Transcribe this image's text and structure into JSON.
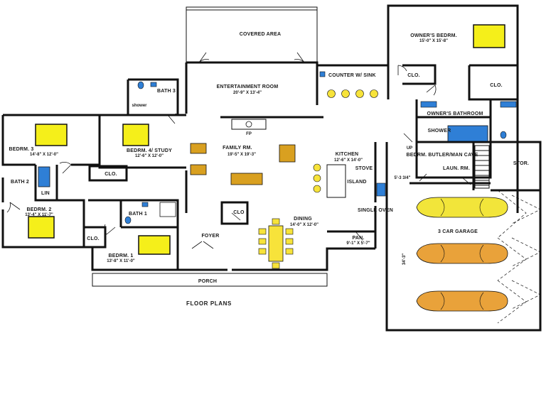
{
  "title": "FLOOR PLANS",
  "colors": {
    "bed": "#f5ef1a",
    "fixture": "#2f7fd6",
    "furniture": "#d9a020",
    "dining": "#f7e33a",
    "car_yellow": "#f2e53a",
    "car_orange": "#e9a23a"
  },
  "rooms": {
    "covered_area": {
      "name": "COVERED AREA"
    },
    "entertainment": {
      "name": "ENTERTAINMENT ROOM",
      "dim": "20'-9\" X 13'-4\""
    },
    "counter": {
      "name": "COUNTER W/ SINK"
    },
    "owners_bedroom": {
      "name": "OWNER'S BEDRM.",
      "dim": "15'-0\" X 15'-8\""
    },
    "clo_owner_left": {
      "name": "CLO."
    },
    "clo_owner_right": {
      "name": "CLO."
    },
    "owners_bath": {
      "name": "OWNER'S BATHROOM"
    },
    "shower": {
      "name": "SHOWER"
    },
    "bath3": {
      "name": "BATH 3"
    },
    "shower_small": {
      "name": "shower"
    },
    "bedroom3": {
      "name": "BEDRM. 3",
      "dim": "14'-8\" X 12'-0\""
    },
    "bedroom4": {
      "name": "BEDRM. 4/ STUDY",
      "dim": "12'-6\" X 12'-0\""
    },
    "clo_b4": {
      "name": "CLO."
    },
    "family": {
      "name": "FAMILY RM.",
      "dim": "19'-5\" X 19'-3\""
    },
    "fp": {
      "name": "FP"
    },
    "kitchen": {
      "name": "KITCHEN",
      "dim": "12'-6\" X 14'-0\""
    },
    "stove": {
      "name": "STOVE"
    },
    "island": {
      "name": "ISLAND"
    },
    "single_oven": {
      "name": "SINGLE OVEN"
    },
    "up_label": {
      "name": "UP"
    },
    "butler": {
      "name": "BEDRM. BUTLER/MAN CAVE"
    },
    "laundry": {
      "name": "LAUN. RM."
    },
    "stor": {
      "name": "STOR."
    },
    "bath2": {
      "name": "BATH 2"
    },
    "lin": {
      "name": "LIN"
    },
    "bedroom2": {
      "name": "BEDRM. 2",
      "dim": "13'-4\" X 11'-7\""
    },
    "bath1": {
      "name": "BATH 1"
    },
    "clo_center": {
      "name": "CLO"
    },
    "clo_b1": {
      "name": "CLO."
    },
    "bedroom1": {
      "name": "BEDRM. 1",
      "dim": "13'-8\" X 11'-0\""
    },
    "foyer": {
      "name": "FOYER"
    },
    "dining": {
      "name": "DINING",
      "dim": "14'-0\" X 12'-0\""
    },
    "pantry": {
      "name": "PAN.",
      "dim": "9'-1\" X 5'-7\""
    },
    "garage": {
      "name": "3 CAR GARAGE"
    },
    "garage_dim": {
      "name": "34'-3\""
    },
    "stair_dim": {
      "name": "5'-3 3/4\""
    },
    "porch": {
      "name": "PORCH"
    }
  }
}
